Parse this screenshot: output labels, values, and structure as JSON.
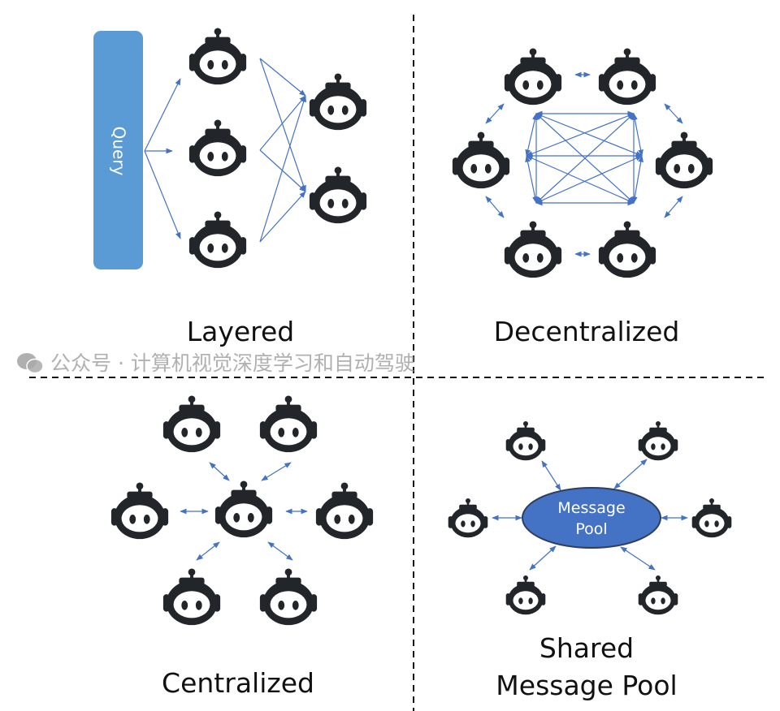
{
  "panels": {
    "layered": {
      "label": "Layered",
      "query_label": "Query"
    },
    "decentralized": {
      "label": "Decentralized"
    },
    "centralized": {
      "label": "Centralized"
    },
    "shared": {
      "label_line1": "Shared",
      "label_line2": "Message Pool",
      "pool_line1": "Message",
      "pool_line2": "Pool"
    }
  },
  "watermark": "公众号 · 计算机视觉深度学习和自动驾驶",
  "colors": {
    "arrow": "#4472c4",
    "query_box": "#5b9bd5",
    "pool": "#4472c4",
    "robot": "#22262a"
  },
  "icons": {
    "agent": "robot-icon",
    "watermark": "wechat-icon"
  }
}
